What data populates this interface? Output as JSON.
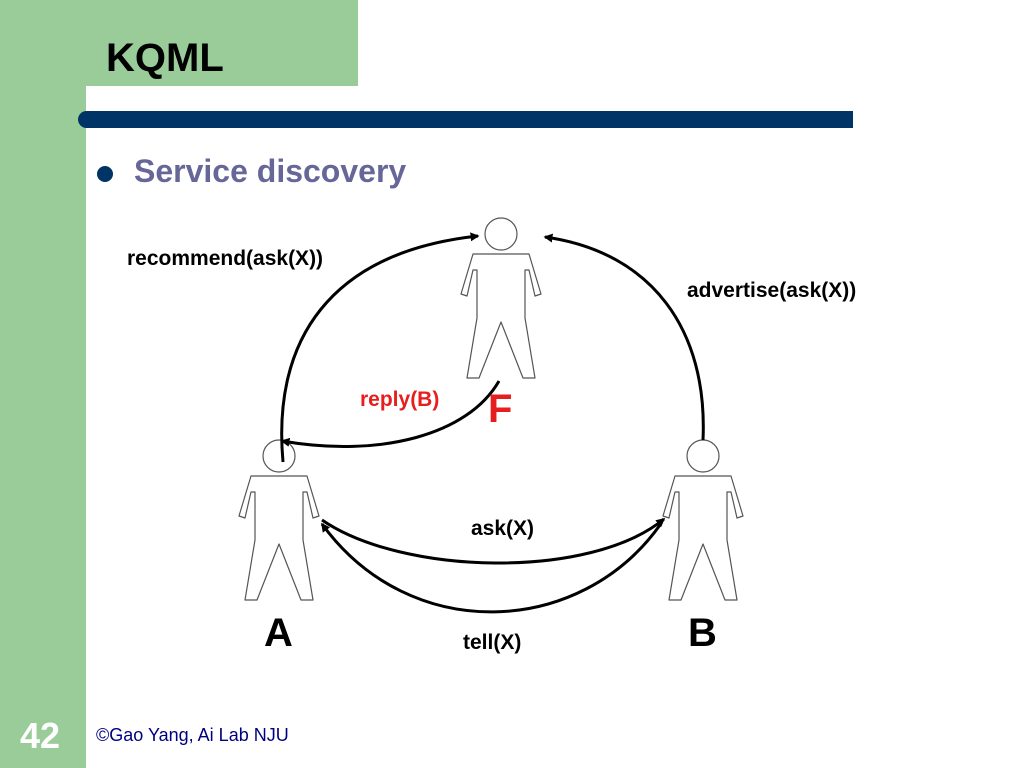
{
  "slide": {
    "title": "KQML",
    "bullet": "Service discovery",
    "page_number": "42",
    "copyright": "©Gao Yang, Ai Lab NJU"
  },
  "diagram": {
    "agents": {
      "f": "F",
      "a": "A",
      "b": "B"
    },
    "messages": {
      "recommend": "recommend(ask(X))",
      "advertise": "advertise(ask(X))",
      "reply": "reply(B)",
      "ask": "ask(X)",
      "tell": "tell(X)"
    }
  },
  "colors": {
    "sidebar": "#99CC99",
    "title_bar": "#003366",
    "bullet_text": "#666699",
    "highlight": "#E61E1E"
  }
}
